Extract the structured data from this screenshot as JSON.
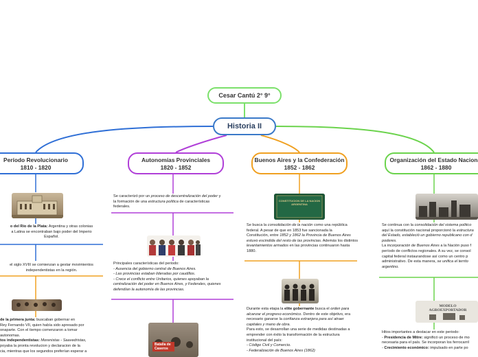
{
  "top_node": "Cesar Cantú 2° 9°",
  "center_node": "Historia II",
  "branches": [
    {
      "title": "Período Revolucionario",
      "years": "1810 - 1820"
    },
    {
      "title": "Autonomías Provinciales",
      "years": "1820 - 1852"
    },
    {
      "title": "Buenos Aires y la Confederación",
      "years": "1852 - 1862"
    },
    {
      "title": "Organización del Estado Nacional",
      "years": "1862 - 1880"
    }
  ],
  "col1": {
    "t1a": "o del Río de la Plata:",
    "t1b": " Argentina y otras colonias",
    "t1c": "a Latina se encontraban bajo poder  del Imperio",
    "t1d": "Español.",
    "t2a": "el siglo XVIII se comienzan a gestar movimientos",
    "t2b": "independentistas en la región.",
    "t3a": "de la primera junta:",
    "t3b": " buscaban gobernar en",
    "t3c": "Rey Fernando VII, quien había sido apresado por",
    "t3d": "onaparte. Con el tiempo comenzaron a tomar",
    "t3e": "autonomas.",
    "t3f": "tos independentistas:",
    "t3g": " Morenistas - Saavedristas,",
    "t3h": "poyaba la pronta revolucion y declaracion de la",
    "t3i": "cia, mientras que los segundos preferían esperar a"
  },
  "col2": {
    "t1a": "Se caracterizó por un ",
    "t1b": "proceso de descentralización del poder",
    "t1c": " y",
    "t1d": "la formación de una ",
    "t1e": "estructura política",
    "t1f": " de características",
    "t1g": "federales.",
    "t2a": "Principales características del periodo:",
    "t2b": "- Ausencia del gobierno central de Buenos Aires.",
    "t2c": "- Las provincias estaban lideradas por caudillos.",
    "t2d": "- Crece el conflicto entre Unitarios, quienes apoyaban la",
    "t2e": "centralización del poder en Buenos Aires, y Federales, quienes",
    "t2f": "defendían la autonomía de las provincias.",
    "pic3_label": "Batalla de Caseros"
  },
  "col3": {
    "t1a": "Se busca la ",
    "t1b": "consolidación de la nación",
    "t1c": " como una república",
    "t1d": "federal. A pesar de que en 1853 fue sancionada la",
    "t1e": "Constitución, entre ",
    "t1f": "1852 y 1862 la Provincia de Buenos Aires",
    "t1g": "estuvo escindida del resto de las provincias.",
    "t1h": " Además los distintos",
    "t1i": "levantamientos armados",
    "t1j": " en las provincias continuaron hasta",
    "t1k": "1880.",
    "t2a": "Durante esta etapa la ",
    "t2b": "elite gobernante",
    "t2c": " busca el ",
    "t2d": "orden para",
    "t2e": "alcanzar el progreso económico",
    "t2f": ". Dentro de este objetivo, era",
    "t2g": "necesario ganarse la ",
    "t2h": "confianza extranjera para así atraer",
    "t2i": "capitales y mano de obra.",
    "t2j": "Para esto, se desarrollan una serie de medidas destinadas a",
    "t2k": "emprender con éxito la transformación de la estructura",
    "t2l": "institucional del país:",
    "t2m": "- Código Civil y Comercio.",
    "t2n": "- Federalización de Buenos Aires (1862)",
    "book_title": "CONSTITUCION DE LA NACION ARGENTINA"
  },
  "col4": {
    "t1a": "Se continua con la ",
    "t1b": "consolidación  del  sistema politico",
    "t1c": "aquí la constitución nacional proporcionó la ",
    "t1d": "estructura",
    "t1e": "del Estado, estableció un gobierno republicano con d",
    "t1f": "poderes.",
    "t1g": "La ",
    "t1h": "incorporación de Buenos Aires",
    "t1i": " a la Nación puso f",
    "t1j": "período de conflictos regionales. A su vez, se consol",
    "t1k": "capital federal instaurandose así como un centro p",
    "t1l": "administrativo. De esta manera, ",
    "t1m": "se unifica el territo",
    "t1n": "argentino.",
    "pic2_label": "MODELO AGROEXPORTADOR",
    "t2a": "Hitos importantes a destacar en este periodo:",
    "t2b": "- ",
    "t2c": "Presidencia de Mitre:",
    "t2d": " significó un proceso de mo",
    "t2e": "necesaria para el país. Se incorporan los ferrocarril",
    "t2f": "- ",
    "t2g": "Crecimiento económico:",
    "t2h": " impulsado en parte po"
  },
  "colors": {
    "root_border": "#7be06a",
    "center_border": "#3a79c8",
    "branch1": "#2f6fd6",
    "branch2": "#b03fd8",
    "branch3": "#f0a020",
    "branch4": "#6bd34c"
  }
}
